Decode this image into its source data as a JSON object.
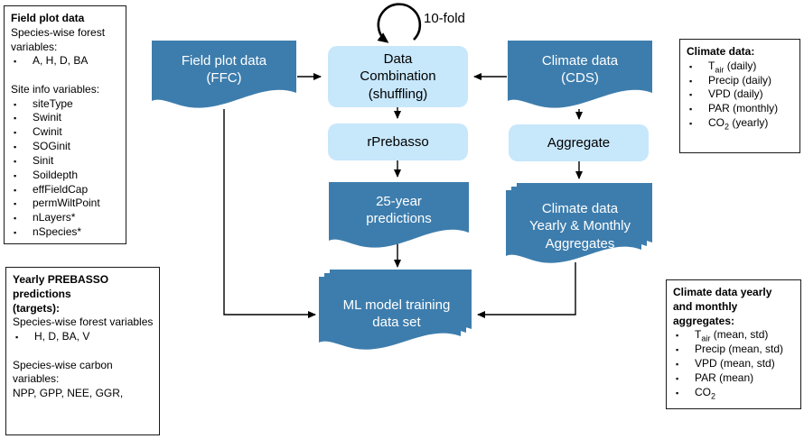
{
  "colors": {
    "shape_dark": "#3d7dad",
    "shape_light": "#c7e7fb",
    "text_on_dark": "#ffffff",
    "connector": "#000000"
  },
  "flow": {
    "loop_label": "10-fold",
    "field_plot": "Field plot data\n(FFC)",
    "data_combination": "Data\nCombination\n(shuffling)",
    "rprebasso": "rPrebasso",
    "predictions": "25-year\npredictions",
    "ml_dataset": "ML model training\ndata set",
    "climate_data": "Climate data\n(CDS)",
    "aggregate": "Aggregate",
    "climate_aggregates": "Climate data\nYearly & Monthly\nAggregates"
  },
  "annotations": {
    "field_plot": {
      "lines": [
        {
          "t": "Field plot data",
          "strong": 1
        },
        {
          "t": "Species-wise forest variables:"
        },
        {
          "t": "A, H, D, BA",
          "b": 1
        },
        {
          "t": ""
        },
        {
          "t": "Site info variables:"
        },
        {
          "t": "siteType",
          "b": 1
        },
        {
          "t": "Swinit",
          "b": 1
        },
        {
          "t": "Cwinit",
          "b": 1
        },
        {
          "t": "SOGinit",
          "b": 1
        },
        {
          "t": "Sinit",
          "b": 1
        },
        {
          "t": "Soildepth",
          "b": 1
        },
        {
          "t": "effFieldCap",
          "b": 1
        },
        {
          "t": "permWiltPoint",
          "b": 1
        },
        {
          "t": "nLayers*",
          "b": 1
        },
        {
          "t": "nSpecies*",
          "b": 1
        }
      ]
    },
    "prebasso_targets": {
      "lines": [
        {
          "t": "Yearly PREBASSO",
          "strong": 1
        },
        {
          "t": "predictions",
          "strong": 1
        },
        {
          "t": "(targets):",
          "strong": 1
        },
        {
          "t": "Species-wise forest variables"
        },
        {
          "t": "H, D, BA, V",
          "b": 1
        },
        {
          "t": ""
        },
        {
          "t": "Species-wise carbon variables:"
        },
        {
          "t": "NPP, GPP, NEE, GGR,"
        }
      ]
    },
    "climate": {
      "lines": [
        {
          "t": "Climate data:",
          "strong": 1
        },
        {
          "t": "T~air~ (daily)",
          "b": 1
        },
        {
          "t": "Precip (daily)",
          "b": 1
        },
        {
          "t": "VPD (daily)",
          "b": 1
        },
        {
          "t": "PAR (monthly)",
          "b": 1
        },
        {
          "t": "CO~2~ (yearly)",
          "b": 1
        }
      ]
    },
    "climate_aggregates": {
      "lines": [
        {
          "t": "Climate data yearly",
          "strong": 1
        },
        {
          "t": "and monthly",
          "strong": 1
        },
        {
          "t": "aggregates:",
          "strong": 1
        },
        {
          "t": "T~air~ (mean, std)",
          "b": 1
        },
        {
          "t": "Precip (mean, std)",
          "b": 1
        },
        {
          "t": "VPD (mean, std)",
          "b": 1
        },
        {
          "t": "PAR (mean)",
          "b": 1
        },
        {
          "t": "CO~2~",
          "b": 1
        }
      ]
    }
  }
}
